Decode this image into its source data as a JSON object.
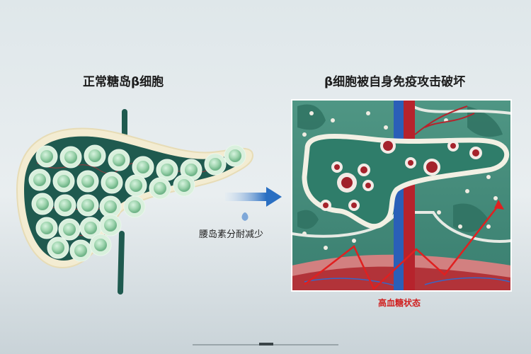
{
  "left_panel": {
    "title": "正常糖岛β细胞"
  },
  "arrow_caption": "腰岛素分耐减少",
  "right_panel": {
    "title": "β细胞被自身免疫攻击破坏",
    "status_label": "高血糖状态"
  },
  "colors": {
    "pancreas_fill": "#1f5a4f",
    "pancreas_rim": "#f3ecd2",
    "cell_fill": "#a7d9b5",
    "arrow": "#2a6fc2",
    "vessel_red": "#b6232c",
    "vessel_blue": "#2a5fb8",
    "tissue": "#3f8b7a",
    "trend_line": "#e02020"
  }
}
